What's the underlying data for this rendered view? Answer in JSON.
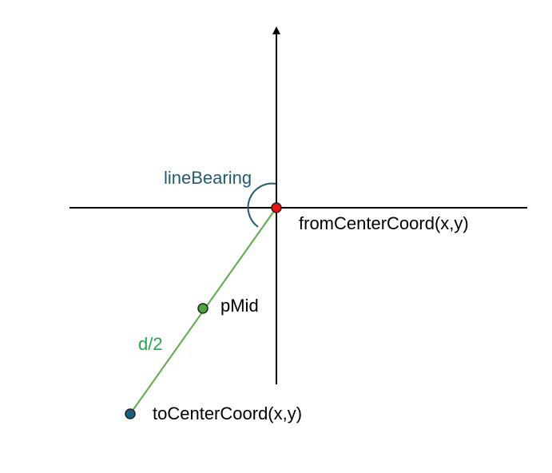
{
  "labels": {
    "line_bearing": "lineBearing",
    "from_center": "fromCenterCoord(x,y)",
    "p_mid": "pMid",
    "half_distance": "d/2",
    "to_center": "toCenterCoord(x,y)"
  },
  "colors": {
    "axes": "#000000",
    "bearing": "#1f5c73",
    "segment": "#5aac44",
    "half_distance": "#22a84a",
    "from_point": "#ee1111",
    "mid_point": "#4aa83a",
    "to_point": "#1a5f86",
    "text": "#000000"
  }
}
